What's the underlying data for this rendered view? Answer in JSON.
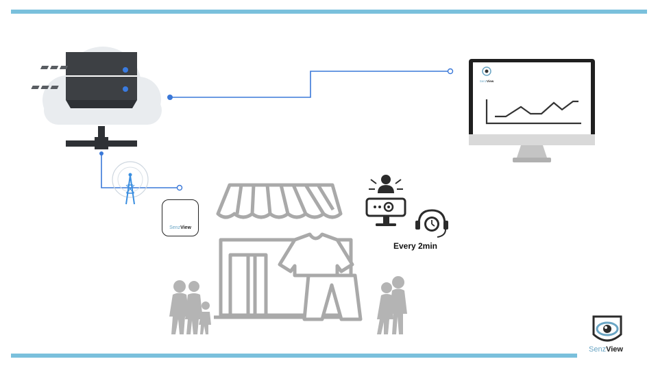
{
  "colors": {
    "accent_bar": "#7ac0dc",
    "connector_blue": "#3a78d8",
    "icon_gray": "#a9a9a9",
    "dark_icon": "#2b2b2b",
    "logo_blue": "#6aa5c4"
  },
  "nodes": {
    "cloud_server": {
      "icon": "cloud-server-icon"
    },
    "radio_tower": {
      "icon": "radio-tower-icon"
    },
    "monitor": {
      "icon": "monitor-chart-icon",
      "brand_a": "Senz",
      "brand_b": "View"
    },
    "store": {
      "icon": "store-icon"
    },
    "clothing": {
      "icon": "tshirt-icon"
    },
    "camera": {
      "icon": "person-counter-camera-icon"
    },
    "headset_clock": {
      "icon": "headset-clock-icon"
    },
    "family_left": {
      "icon": "family-walking-icon"
    },
    "couple_right": {
      "icon": "couple-walking-icon"
    }
  },
  "labels": {
    "interval": "Every 2min"
  },
  "app_card": {
    "brand_a": "Senz",
    "brand_b": "View"
  },
  "logo": {
    "brand_a": "Senz",
    "brand_b": "View"
  }
}
